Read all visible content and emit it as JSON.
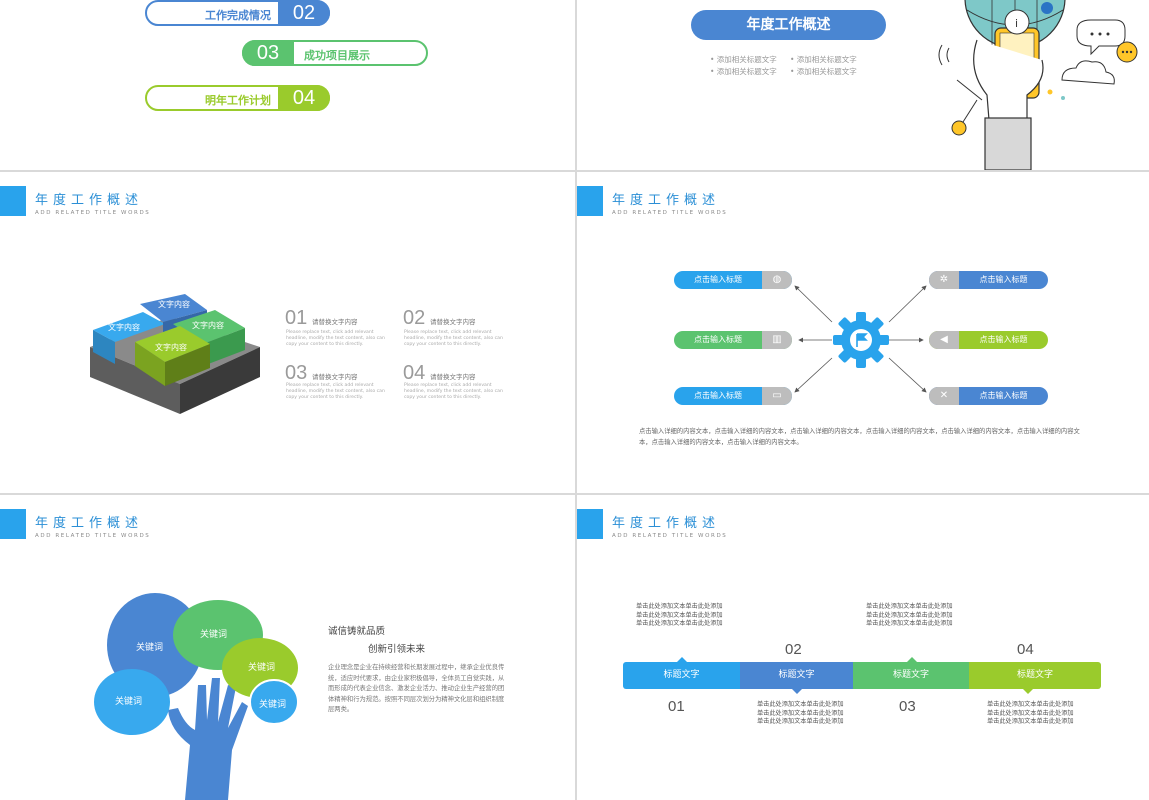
{
  "slide1": {
    "items": [
      {
        "label": "工作完成情况",
        "num": "02",
        "color": "#4a86d2"
      },
      {
        "label": "成功项目展示",
        "num": "03",
        "color": "#5bc36f"
      },
      {
        "label": "明年工作计划",
        "num": "04",
        "color": "#9acb2c"
      }
    ]
  },
  "slide2": {
    "title": "年度工作概述",
    "bullets": [
      "• 添加相关标题文字",
      "• 添加相关标题文字",
      "• 添加相关标题文字",
      "• 添加相关标题文字"
    ]
  },
  "header": {
    "title": "年度工作概述",
    "subtitle": "ADD RELATED TITLE WORDS"
  },
  "slide3": {
    "cubes": [
      "文字内容",
      "文字内容",
      "文字内容",
      "文字内容"
    ],
    "items": [
      {
        "num": "01",
        "title": "请替换文字内容",
        "text": "Please replace text, click add relevant headline, modify the text content, also can copy your content to this directly."
      },
      {
        "num": "02",
        "title": "请替换文字内容",
        "text": "Please replace text, click add relevant headline, modify the text content, also can copy your content to this directly."
      },
      {
        "num": "03",
        "title": "请替换文字内容",
        "text": "Please replace text, click add relevant headline, modify the text content, also can copy your content to this directly."
      },
      {
        "num": "04",
        "title": "请替换文字内容",
        "text": "Please replace text, click add relevant headline, modify the text content, also can copy your content to this directly."
      }
    ]
  },
  "slide4": {
    "left_tags": [
      {
        "label": "点击输入标题",
        "color": "#29a3ec",
        "icon": "globe-icon"
      },
      {
        "label": "点击输入标题",
        "color": "#5bc36f",
        "icon": "map-icon"
      },
      {
        "label": "点击输入标题",
        "color": "#29a3ec",
        "icon": "chat-icon"
      }
    ],
    "right_tags": [
      {
        "label": "点击输入标题",
        "color": "#4a86d2",
        "icon": "settings-icon"
      },
      {
        "label": "点击输入标题",
        "color": "#9acb2c",
        "icon": "megaphone-icon"
      },
      {
        "label": "点击输入标题",
        "color": "#4a86d2",
        "icon": "tools-icon"
      }
    ],
    "paragraph": "点击输入详细的内容文本，点击输入详细的内容文本，点击输入详细的内容文本，点击输入详细的内容文本，点击输入详细的内容文本，点击输入详细的内容文本，点击输入详细的内容文本，点击输入详细的内容文本。"
  },
  "slide5": {
    "bubbles": [
      "关键词",
      "关键词",
      "关键词",
      "关键词",
      "关键词"
    ],
    "heading1": "诚信铸就品质",
    "heading2": "创新引领未来",
    "paragraph": "企业理念是企业在持续经营和长期发展过程中，继承企业优良传统，适应时代要求，由企业家积极倡导，全体员工自觉实践，从而形成的代表企业信念、激发企业活力、推动企业生产经营的团体精神和行为规范。按照不同层次划分为精神文化层和组织制度层两类。"
  },
  "slide6": {
    "segments": [
      {
        "label": "标题文字",
        "color": "#29a3ec",
        "num": "01"
      },
      {
        "label": "标题文字",
        "color": "#4a86d2",
        "num": "02"
      },
      {
        "label": "标题文字",
        "color": "#5bc36f",
        "num": "03"
      },
      {
        "label": "标题文字",
        "color": "#9acb2c",
        "num": "04"
      }
    ],
    "texts": [
      "单击此处添加文本单击此处添加\n单击此处添加文本单击此处添加单击此处添加文本单击此处添加",
      "单击此处添加文本单击此处添加\n单击此处添加文本单击此处添加单击此处添加文本单击此处添加",
      "单击此处添加文本单击此处添加\n单击此处添加文本单击此处添加单击此处添加文本单击此处添加",
      "单击此处添加文本单击此处添加\n单击此处添加文本单击此处添加单击此处添加文本单击此处添加"
    ]
  }
}
